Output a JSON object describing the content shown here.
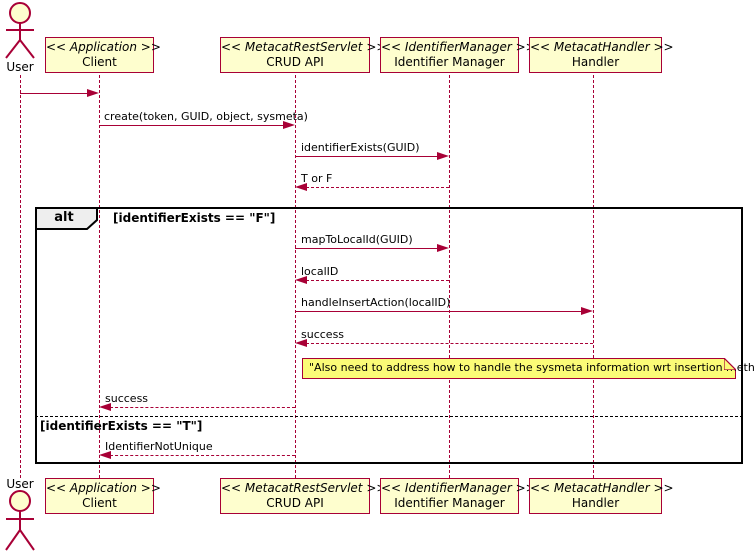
{
  "colors": {
    "participant_fill": "#FEFECE",
    "participant_border": "#A80036",
    "arrow": "#A80036",
    "lifeline": "#A80036",
    "actor": "#A80036",
    "note_fill": "#FBFB77",
    "note_border": "#A80036",
    "frame_border": "#000000",
    "frame_label_fill": "#EEEEEE",
    "text": "#000000"
  },
  "actor": {
    "top_label": "User",
    "bottom_label": "User"
  },
  "participants": [
    {
      "stereotype": "<< Application >>",
      "name": "Client"
    },
    {
      "stereotype": "<< MetacatRestServlet >>",
      "name": "CRUD API"
    },
    {
      "stereotype": "<< IdentifierManager >>",
      "name": "Identifier Manager"
    },
    {
      "stereotype": "<< MetacatHandler >>",
      "name": "Handler"
    }
  ],
  "messages": [
    {
      "from": "User",
      "to": "Client",
      "label": "",
      "line": "solid"
    },
    {
      "from": "Client",
      "to": "CRUD API",
      "label": "create(token, GUID, object, sysmeta)",
      "line": "solid"
    },
    {
      "from": "CRUD API",
      "to": "Identifier Manager",
      "label": "identifierExists(GUID)",
      "line": "solid"
    },
    {
      "from": "Identifier Manager",
      "to": "CRUD API",
      "label": "T or F",
      "line": "dashed"
    },
    {
      "from": "CRUD API",
      "to": "Identifier Manager",
      "label": "mapToLocalId(GUID)",
      "line": "solid"
    },
    {
      "from": "Identifier Manager",
      "to": "CRUD API",
      "label": "localID",
      "line": "dashed"
    },
    {
      "from": "CRUD API",
      "to": "Handler",
      "label": "handleInsertAction(localID)",
      "line": "solid"
    },
    {
      "from": "Handler",
      "to": "CRUD API",
      "label": "success",
      "line": "dashed"
    },
    {
      "from": "CRUD API",
      "to": "Client",
      "label": "success",
      "line": "dashed"
    },
    {
      "from": "CRUD API",
      "to": "Client",
      "label": "IdentifierNotUnique",
      "line": "dashed"
    }
  ],
  "alt": {
    "operator": "alt",
    "condition_if": "[identifierExists == \"F\"]",
    "condition_else": "[identifierExists == \"T\"]"
  },
  "note": {
    "text": "\"Also need to address how to handle the sysmeta information wrt insertion methods\""
  }
}
